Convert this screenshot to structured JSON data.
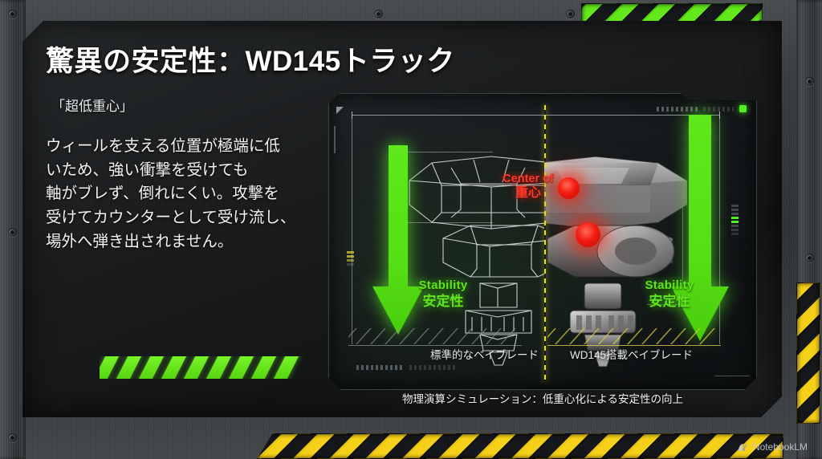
{
  "slide": {
    "title": "驚異の安定性：WD145トラック",
    "subtitle": "「超低重心」",
    "body_lines": [
      "ウィールを支える位置が極端に低",
      "いため、強い衝撃を受けても",
      "軸がブレず、倒れにくい。攻撃を",
      "受けてカウンターとして受け流し、",
      "場外へ弾き出されません。"
    ]
  },
  "diagram": {
    "cog_label_en": "Center of",
    "cog_label_jp": "重心",
    "stability_left": {
      "en": "Stability",
      "jp": "安定性"
    },
    "stability_right": {
      "en": "Stability",
      "jp": "安定性"
    },
    "caption_left": "標準的なベイブレード",
    "caption_right": "WD145搭載ベイブレード",
    "footer_caption": "物理演算シミュレーション：低重心化による安定性の向上"
  },
  "watermark": {
    "label": "NotebookLM",
    "icon": "notebooklm-logo-icon"
  },
  "colors": {
    "accent_green": "#5fe61d",
    "hazard_yellow": "#f5d018",
    "hazard_green": "#63e81c",
    "cog_red": "#f41d10",
    "divider_yellow": "#e9e02a"
  }
}
